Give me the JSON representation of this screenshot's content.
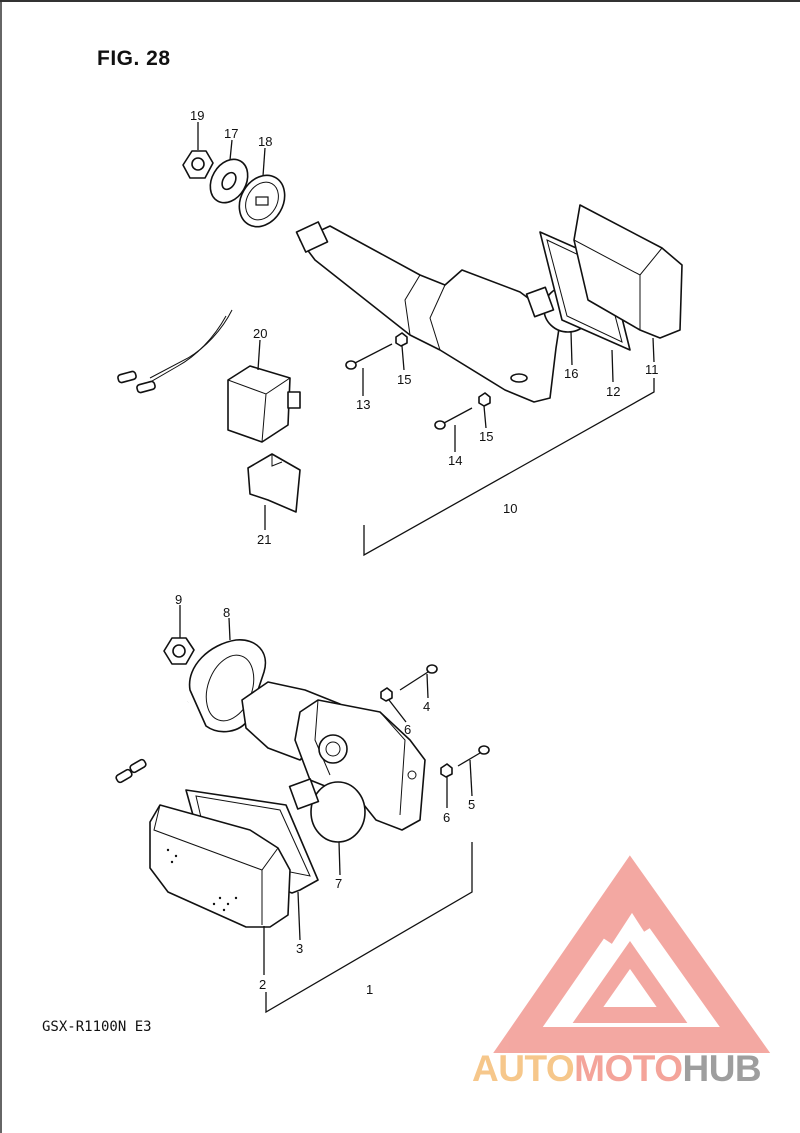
{
  "figure": {
    "title": "FIG. 28",
    "model": "GSX-R1100N E3"
  },
  "watermark": {
    "part_a": "AUTO",
    "part_b": "MOTO",
    "part_c": "HUB",
    "colors": {
      "triangle": "#f29a92",
      "auto": "#f6c78b",
      "moto": "#f4a49a",
      "hub": "#9e9e9e"
    }
  },
  "callouts": {
    "n19": "19",
    "n17": "17",
    "n18": "18",
    "n20": "20",
    "n21": "21",
    "n13": "13",
    "n15a": "15",
    "n15b": "15",
    "n14": "14",
    "n16": "16",
    "n12": "12",
    "n11": "11",
    "n10": "10",
    "n9": "9",
    "n8": "8",
    "n4": "4",
    "n6a": "6",
    "n6b": "6",
    "n5": "5",
    "n7": "7",
    "n3": "3",
    "n2": "2",
    "n1": "1"
  }
}
